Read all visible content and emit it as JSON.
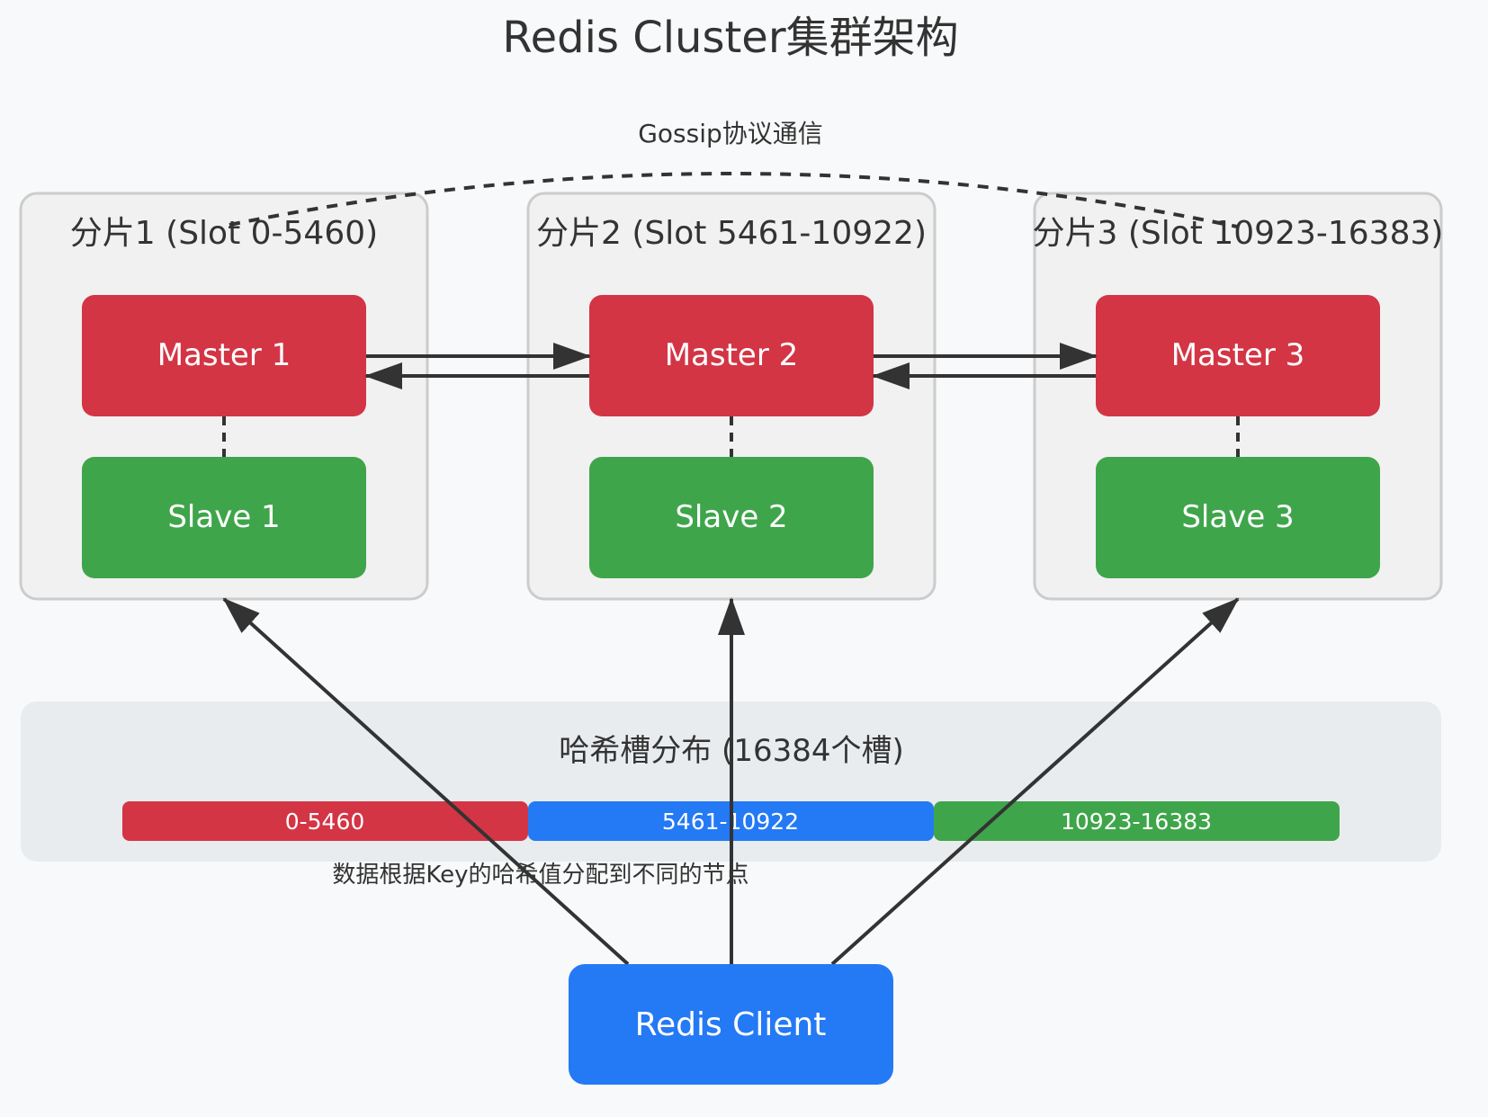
{
  "title": "Redis Cluster集群架构",
  "gossip_label": "Gossip协议通信",
  "shards": [
    {
      "label": "分片1 (Slot 0-5460)",
      "master": "Master 1",
      "slave": "Slave 1"
    },
    {
      "label": "分片2 (Slot 5461-10922)",
      "master": "Master 2",
      "slave": "Slave 2"
    },
    {
      "label": "分片3 (Slot 10923-16383)",
      "master": "Master 3",
      "slave": "Slave 3"
    }
  ],
  "hash_slots": {
    "title": "哈希槽分布 (16384个槽)",
    "ranges": [
      {
        "label": "0-5460",
        "color": "#d33545"
      },
      {
        "label": "5461-10922",
        "color": "#2479f5"
      },
      {
        "label": "10923-16383",
        "color": "#3fa54b"
      }
    ]
  },
  "note": "数据根据Key的哈希值分配到不同的节点",
  "client": "Redis Client",
  "colors": {
    "master": "#d33545",
    "slave": "#3fa54b",
    "client": "#2479f5",
    "shard_bg": "#f1f1f1",
    "shard_border": "#cccccc",
    "hash_bg": "#e9ecef",
    "arrow": "#333333"
  }
}
